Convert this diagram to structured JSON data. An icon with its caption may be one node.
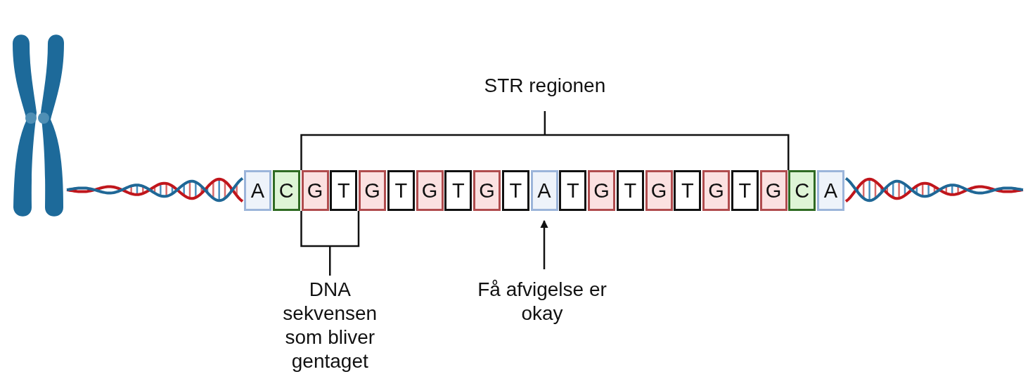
{
  "diagram": {
    "nodes": [
      {
        "text": [
          "A"
        ]
      },
      {
        "text": [
          "C"
        ]
      },
      {
        "text": [
          "G"
        ]
      },
      {
        "text": [
          "T"
        ]
      },
      {
        "text": [
          "G"
        ]
      },
      {
        "text": [
          "T"
        ]
      },
      {
        "text": [
          "G"
        ]
      },
      {
        "text": [
          "T"
        ]
      },
      {
        "text": [
          "G"
        ]
      },
      {
        "text": [
          "T"
        ]
      },
      {
        "text": [
          "A"
        ]
      },
      {
        "text": [
          "T"
        ]
      },
      {
        "text": [
          "G"
        ]
      },
      {
        "text": [
          "T"
        ]
      },
      {
        "text": [
          "G"
        ]
      },
      {
        "text": [
          "T"
        ]
      },
      {
        "text": [
          "G"
        ]
      },
      {
        "text": [
          "T"
        ]
      },
      {
        "text": [
          "G"
        ]
      },
      {
        "text": [
          "C"
        ]
      },
      {
        "text": [
          "A"
        ]
      },
      {
        "text": [
          "Få afvigelse er okay"
        ]
      }
    ],
    "edges": [
      {
        "from": 21,
        "to": 10,
        "arrow": "to"
      }
    ],
    "labels": [
      "STR regionen",
      "DNA sekvensen som bliver gentaget"
    ]
  }
}
